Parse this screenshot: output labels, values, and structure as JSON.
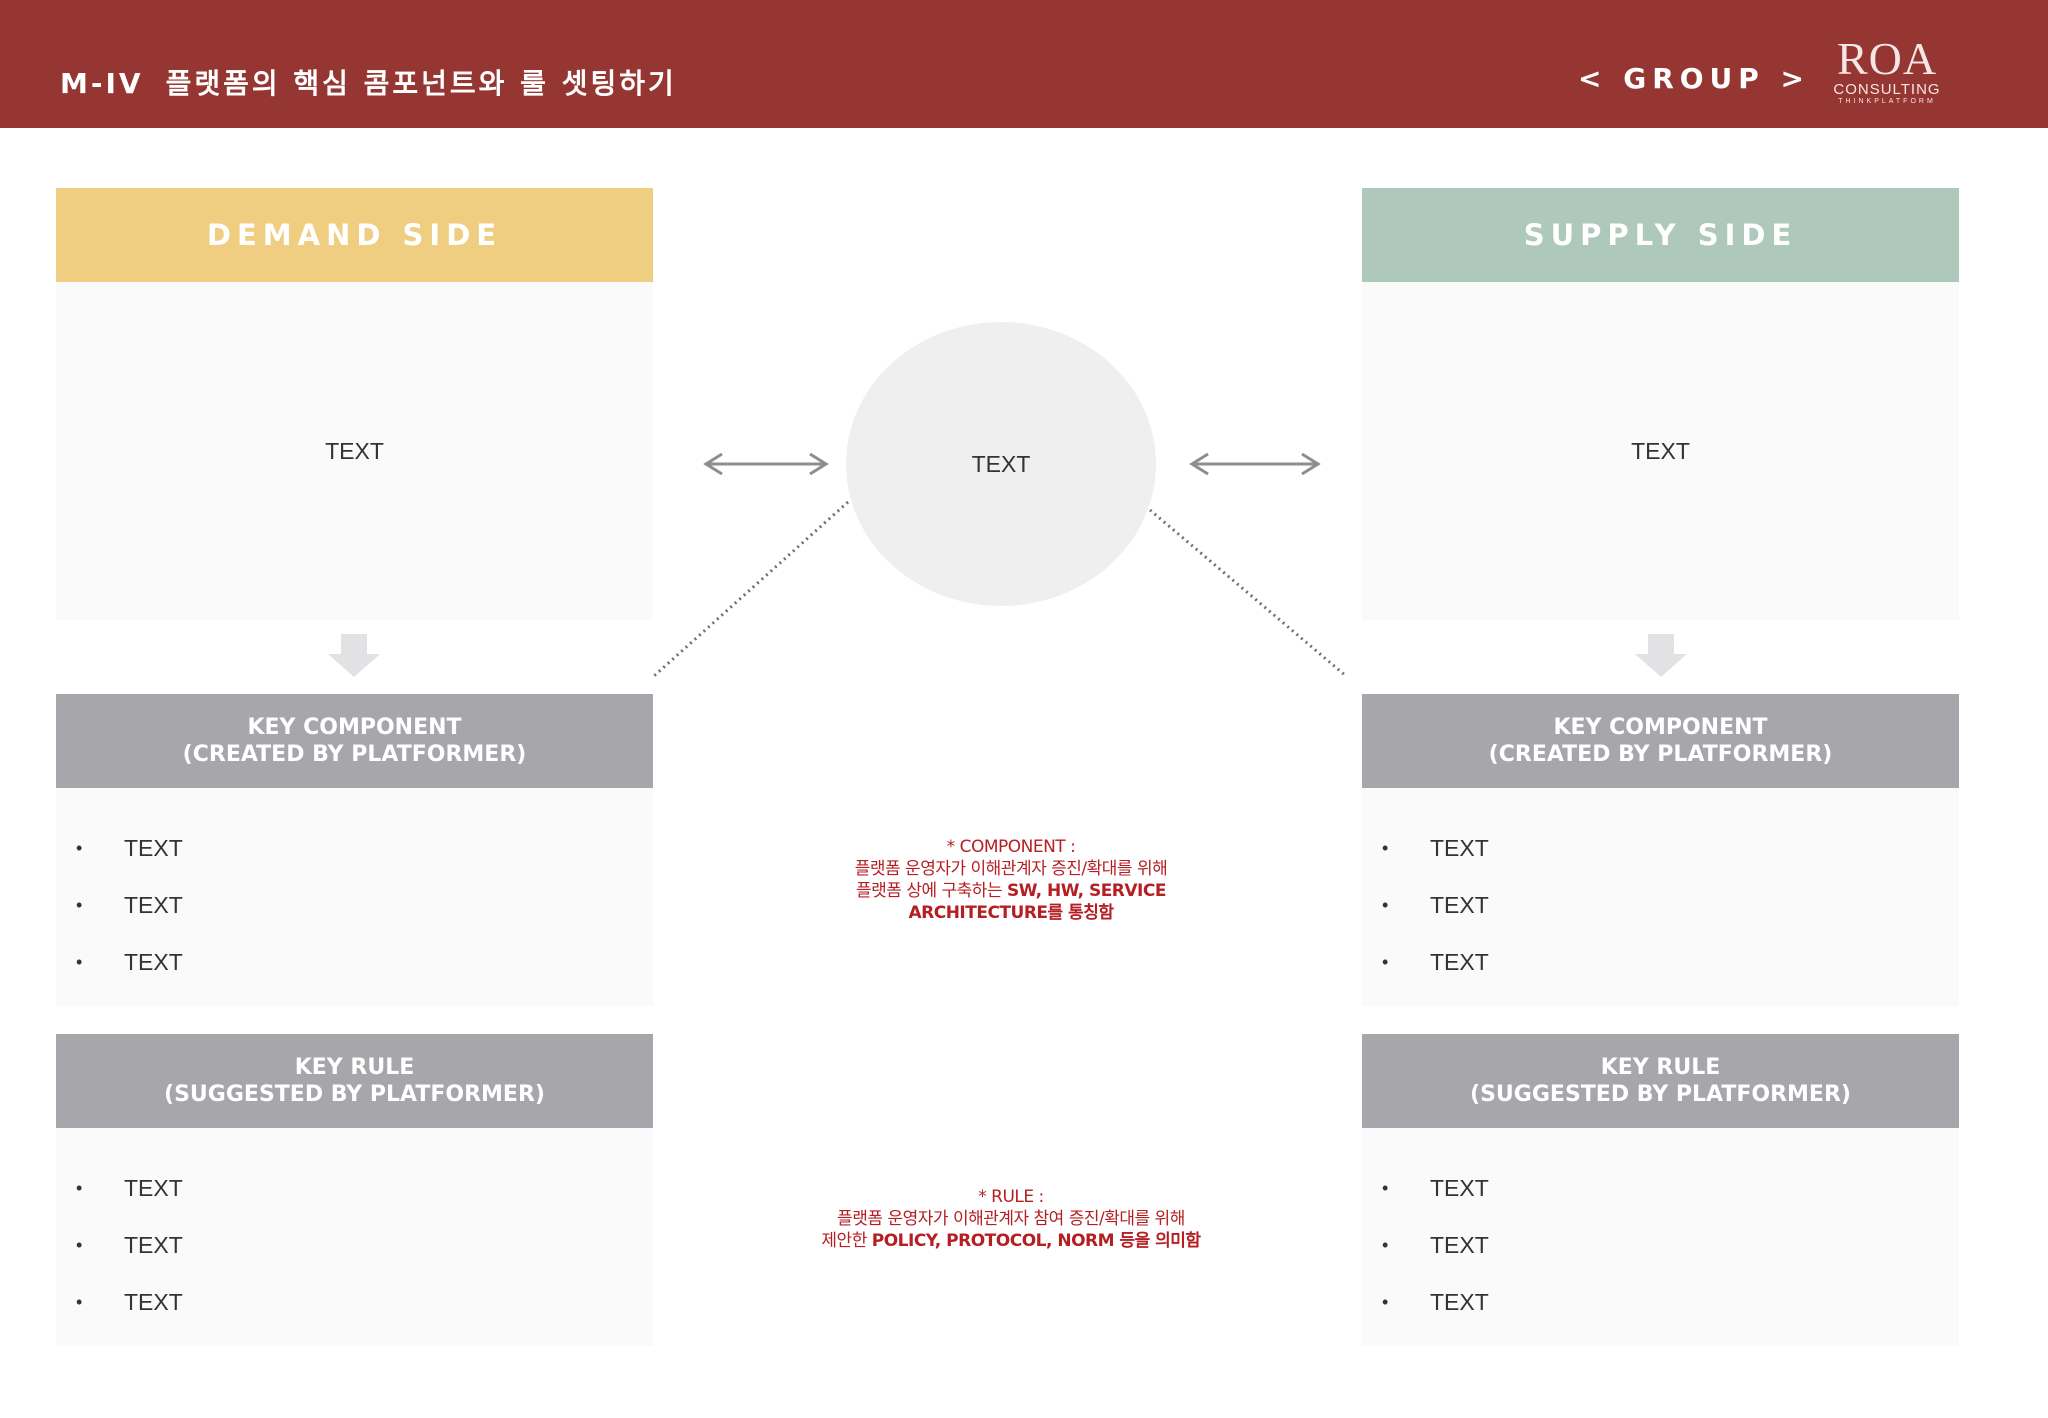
{
  "header": {
    "code": "M-IV",
    "title": "플랫폼의 핵심 콤포넌트와 룰 셋팅하기",
    "group_label": "<  GROUP  >",
    "logo": {
      "main": "ROA",
      "sub": "CONSULTING",
      "tiny": "THINKPLATFORM"
    }
  },
  "demand": {
    "header": "DEMAND SIDE",
    "text": "TEXT",
    "component": {
      "line1": "KEY COMPONENT",
      "line2": "(CREATED BY PLATFORMER)",
      "items": [
        "TEXT",
        "TEXT",
        "TEXT"
      ]
    },
    "rule": {
      "line1": "KEY RULE",
      "line2": "(SUGGESTED BY PLATFORMER)",
      "items": [
        "TEXT",
        "TEXT",
        "TEXT"
      ]
    }
  },
  "supply": {
    "header": "SUPPLY SIDE",
    "text": "TEXT",
    "component": {
      "line1": "KEY COMPONENT",
      "line2": "(CREATED BY PLATFORMER)",
      "items": [
        "TEXT",
        "TEXT",
        "TEXT"
      ]
    },
    "rule": {
      "line1": "KEY RULE",
      "line2": "(SUGGESTED BY PLATFORMER)",
      "items": [
        "TEXT",
        "TEXT",
        "TEXT"
      ]
    }
  },
  "center": {
    "text": "TEXT"
  },
  "notes": {
    "component": {
      "title": "* COMPONENT :",
      "line1": "플랫폼 운영자가 이해관계자 증진/확대를 위해",
      "line2_prefix": "플랫폼 상에 구축하는 ",
      "line2_bold": "SW, HW, SERVICE",
      "line3_bold": "ARCHITECTURE를 통칭함"
    },
    "rule": {
      "title": "* RULE :",
      "line1": "플랫폼 운영자가 이해관계자 참여 증진/확대를 위해",
      "line2_prefix": "제안한 ",
      "line2_bold": "POLICY, PROTOCOL, NORM 등을 의미함"
    }
  },
  "bullet_symbol": "•",
  "colors": {
    "header_bg": "#963632",
    "demand": "#efce81",
    "supply": "#aec8bb",
    "gray_header": "#a7a6aa",
    "note_red": "#b51f24"
  }
}
